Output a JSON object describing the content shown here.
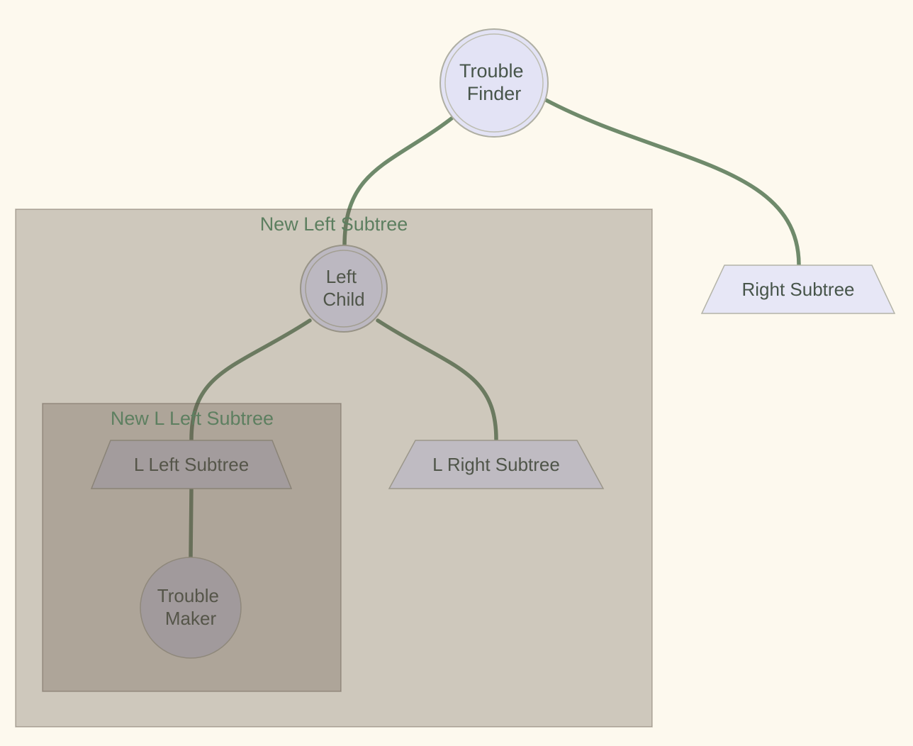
{
  "diagram_title": "Binary tree diagram with highlighted subtrees",
  "colors": {
    "background": "#FDF9EE",
    "edge": "#6F8A6B",
    "node_fill": "#E3E3F5",
    "node_stroke": "#AFAFA3",
    "node_inner_ring": "#BDBDB1",
    "node_text": "#47554A",
    "trapezoid_fill": "#E7E7F6",
    "trapezoid_stroke": "#B4B4A8",
    "box_fill": "rgba(100,85,72,0.30)",
    "box_stroke": "rgba(82,68,58,0.38)",
    "box_label": "#5D7F60"
  },
  "nodes": {
    "trouble_finder": {
      "line1": "Trouble",
      "line2": "Finder"
    },
    "left_child": {
      "line1": "Left",
      "line2": "Child"
    },
    "trouble_maker": {
      "line1": "Trouble",
      "line2": "Maker"
    },
    "right_subtree": {
      "label": "Right Subtree"
    },
    "l_left_subtree": {
      "label": "L Left Subtree"
    },
    "l_right_subtree": {
      "label": "L Right Subtree"
    }
  },
  "boxes": {
    "new_left_subtree": {
      "label": "New Left Subtree"
    },
    "new_l_left_subtree": {
      "label": "New L Left Subtree"
    }
  },
  "edges": [
    {
      "from": "trouble_finder",
      "to": "left_child"
    },
    {
      "from": "trouble_finder",
      "to": "right_subtree"
    },
    {
      "from": "left_child",
      "to": "l_left_subtree"
    },
    {
      "from": "left_child",
      "to": "l_right_subtree"
    },
    {
      "from": "l_left_subtree",
      "to": "trouble_maker"
    }
  ]
}
